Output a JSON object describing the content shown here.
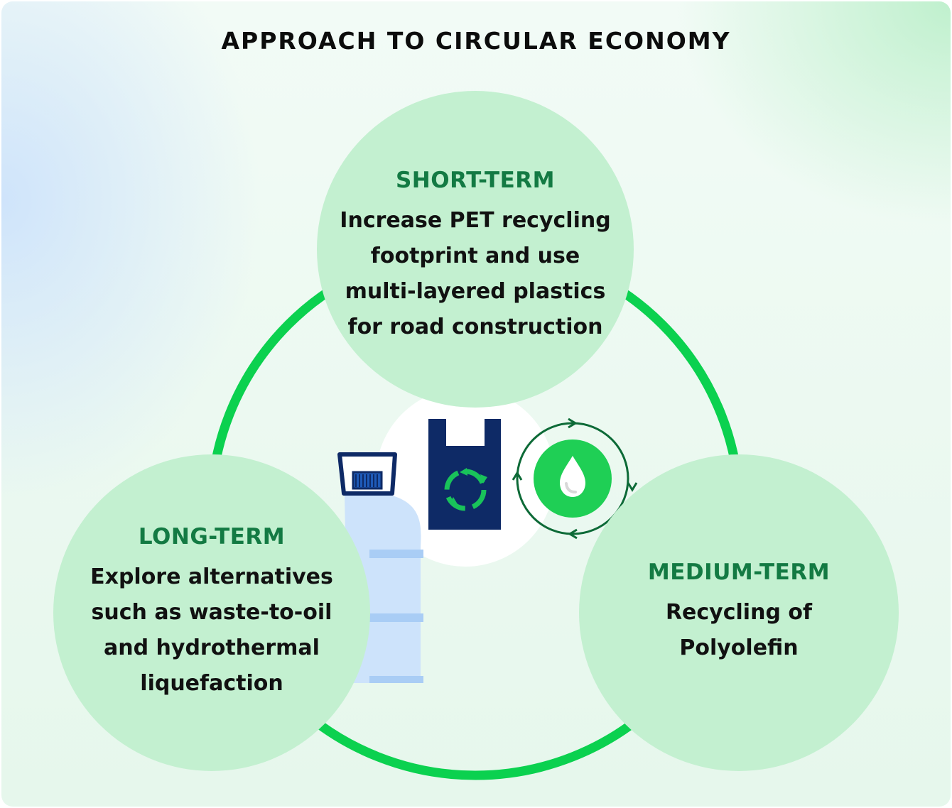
{
  "title": "APPROACH TO CIRCULAR ECONOMY",
  "colors": {
    "ring": "#0bd14f",
    "circle_fill": "#c3f0d0",
    "heading": "#137a43",
    "navy": "#0e2a66",
    "bottle": "#cde3fb"
  },
  "stages": {
    "short": {
      "heading": "SHORT-TERM",
      "text": "Increase PET recycling footprint and use multi-layered plastics for road construction"
    },
    "medium": {
      "heading": "MEDIUM-TERM",
      "text": "Recycling of Polyolefin"
    },
    "long": {
      "heading": "LONG-TERM",
      "text": "Explore alternatives such as waste-to-oil and hydrothermal liquefaction"
    }
  },
  "icons": [
    "water-bottle-icon",
    "recycling-bag-icon",
    "oil-drop-cycle-icon"
  ]
}
